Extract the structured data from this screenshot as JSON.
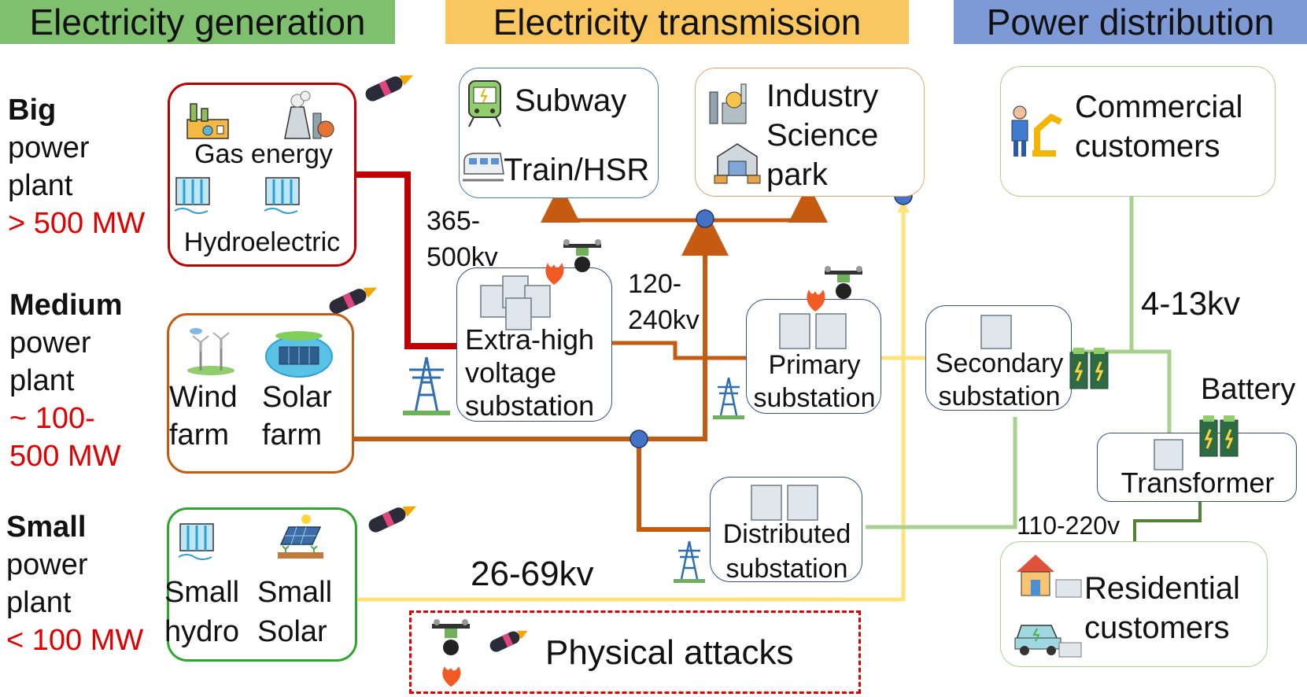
{
  "headers": {
    "generation": "Electricity generation",
    "transmission": "Electricity transmission",
    "distribution": "Power distribution"
  },
  "plants": {
    "big": {
      "title": "Big",
      "line1": "power",
      "line2": "plant",
      "rating": "> 500 MW"
    },
    "medium": {
      "title": "Medium",
      "line1": "power",
      "line2": "plant",
      "rating1": "~ 100-",
      "rating2": "500 MW"
    },
    "small": {
      "title": "Small",
      "line1": "power",
      "line2": "plant",
      "rating": "< 100 MW"
    }
  },
  "sources": {
    "gas": "Gas energy",
    "hydro": "Hydroelectric",
    "wind1": "Wind",
    "wind2": "farm",
    "solar1": "Solar",
    "solar2": "farm",
    "smallhydro1": "Small",
    "smallhydro2": "hydro",
    "smallsolar1": "Small",
    "smallsolar2": "Solar"
  },
  "loads": {
    "subway": "Subway",
    "train": "Train/HSR",
    "industry1": "Industry",
    "industry2": "Science",
    "industry3": "park",
    "commercial1": "Commercial",
    "commercial2": "customers",
    "residential1": "Residential",
    "residential2": "customers"
  },
  "substations": {
    "ehv1": "Extra-high",
    "ehv2": "voltage",
    "ehv3": "substation",
    "primary1": "Primary",
    "primary2": "substation",
    "secondary1": "Secondary",
    "secondary2": "substation",
    "distributed1": "Distributed",
    "distributed2": "substation",
    "transformer": "Transformer",
    "battery": "Battery"
  },
  "voltages": {
    "v365a": "365-",
    "v365b": "500kv",
    "v120a": "120-",
    "v120b": "240kv",
    "v26": "26-69kv",
    "v4": "4-13kv",
    "v110": "110-220v"
  },
  "attacks": {
    "label": "Physical attacks"
  },
  "colors": {
    "gen_header": "#7ec06e",
    "trans_header": "#f9c660",
    "dist_header": "#7d99d6",
    "big_line": "#c00000",
    "medium_line": "#c55a11",
    "small_line": "#ffe27a",
    "dist_line": "#a9d18e",
    "attack_border": "#e40000"
  }
}
